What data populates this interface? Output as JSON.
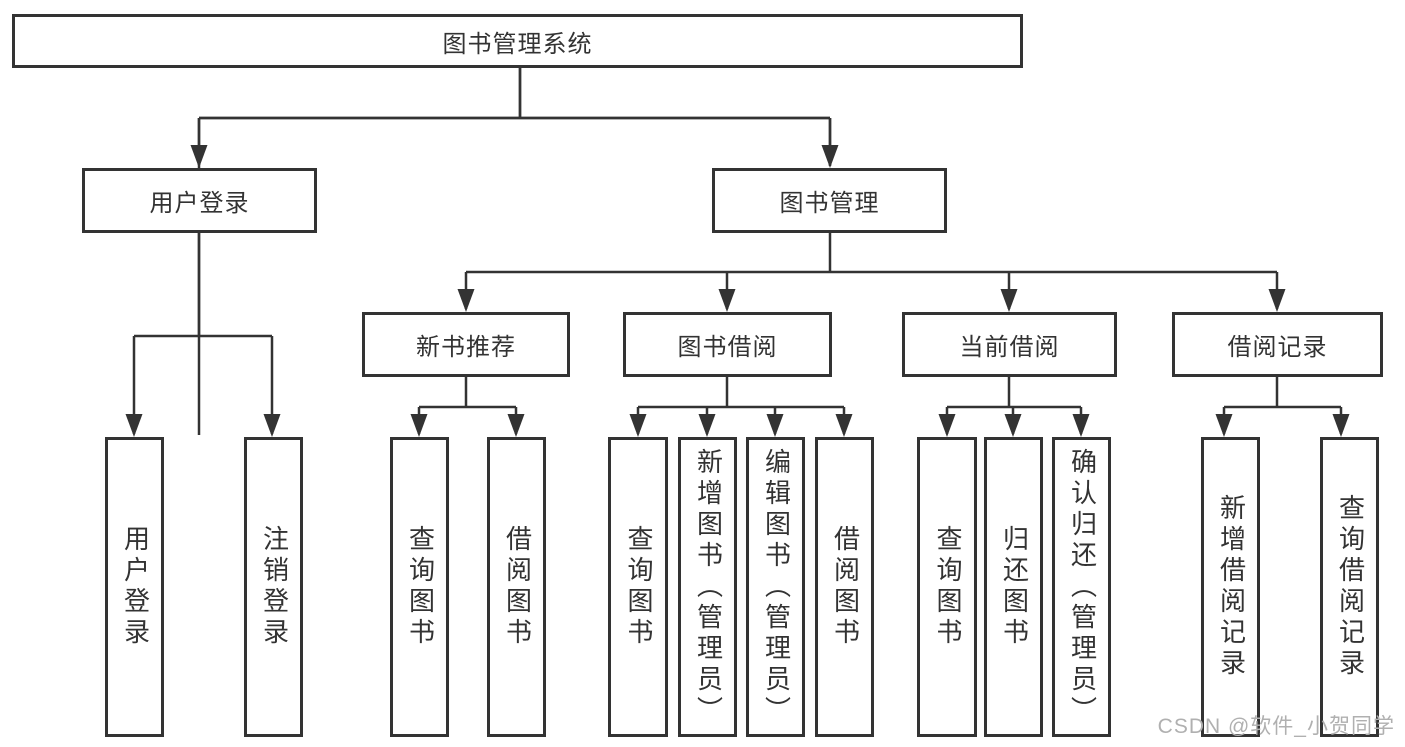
{
  "tree": {
    "root": {
      "label": "图书管理系统"
    },
    "branches": [
      {
        "label": "用户登录",
        "leaves": [
          {
            "label": "用户登录"
          },
          {
            "label": "注销登录"
          }
        ]
      },
      {
        "label": "图书管理",
        "groups": [
          {
            "label": "新书推荐",
            "leaves": [
              {
                "label": "查询图书"
              },
              {
                "label": "借阅图书"
              }
            ]
          },
          {
            "label": "图书借阅",
            "leaves": [
              {
                "label": "查询图书"
              },
              {
                "label": "新增图书（管理员）"
              },
              {
                "label": "编辑图书（管理员）"
              },
              {
                "label": "借阅图书"
              }
            ]
          },
          {
            "label": "当前借阅",
            "leaves": [
              {
                "label": "查询图书"
              },
              {
                "label": "归还图书"
              },
              {
                "label": "确认归还（管理员）"
              }
            ]
          },
          {
            "label": "借阅记录",
            "leaves": [
              {
                "label": "新增借阅记录"
              },
              {
                "label": "查询借阅记录"
              }
            ]
          }
        ]
      }
    ]
  },
  "watermark": "CSDN @软件_小贺同学",
  "colors": {
    "line": "#333333",
    "text": "#333333",
    "background": "#ffffff",
    "watermark": "#b0b0b0"
  }
}
